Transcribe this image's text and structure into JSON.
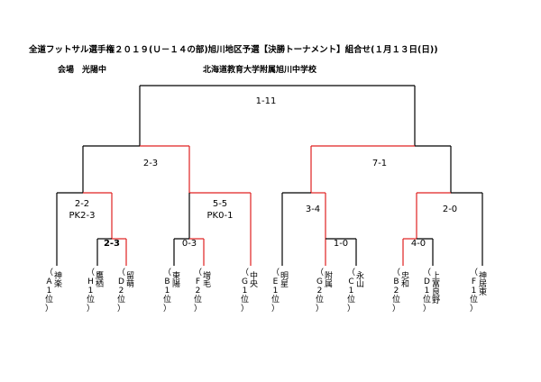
{
  "title": "全道フットサル選手権２０１９(Ｕ－１４の部)旭川地区予選【決勝トーナメント】組合せ(１月１３日(日))",
  "venue_1": "会場　光陽中",
  "venue_2": "北海道教育大学附属旭川中学校",
  "scores": {
    "final": "1-11",
    "semi_left": "2-3",
    "semi_right": "7-1",
    "qf1_line1": "2-2",
    "qf1_line2": "PK2-3",
    "qf2_line1": "5-5",
    "qf2_line2": "PK0-1",
    "qf3": "3-4",
    "qf4": "2-0",
    "r1_a": "2-3",
    "r1_b": "0-3",
    "r1_c": "1-0",
    "r1_d": "4-0"
  },
  "teams": [
    {
      "seed": "A1位",
      "name": "神楽"
    },
    {
      "seed": "H1位",
      "name": "鷹栖"
    },
    {
      "seed": "D2位",
      "name": "留萌"
    },
    {
      "seed": "B1位",
      "name": "東陽"
    },
    {
      "seed": "F2位",
      "name": "増毛"
    },
    {
      "seed": "G1位",
      "name": "中央"
    },
    {
      "seed": "E1位",
      "name": "明星"
    },
    {
      "seed": "G2位",
      "name": "附属"
    },
    {
      "seed": "C1位",
      "name": "永山"
    },
    {
      "seed": "B2位",
      "name": "忠和"
    },
    {
      "seed": "D1位",
      "name": "上富良野"
    },
    {
      "seed": "F1位",
      "name": "神居東"
    }
  ],
  "colors": {
    "winner_line": "#e02020",
    "line": "#000000"
  }
}
